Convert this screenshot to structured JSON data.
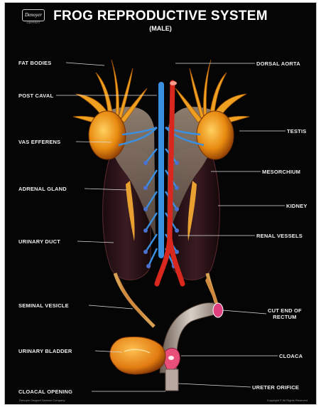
{
  "header": {
    "title": "FROG REPRODUCTIVE SYSTEM",
    "subtitle": "(MALE)",
    "logo_text": "Denoyer",
    "logo_sub": "GEPPERT"
  },
  "labels_left": [
    {
      "key": "fat_bodies",
      "text": "FAT BODIES"
    },
    {
      "key": "post_caval",
      "text": "POST CAVAL"
    },
    {
      "key": "vas_efferens",
      "text": "VAS EFFERENS"
    },
    {
      "key": "adrenal_gland",
      "text": "ADRENAL GLAND"
    },
    {
      "key": "urinary_duct",
      "text": "URINARY DUCT"
    },
    {
      "key": "seminal_vesicle",
      "text": "SEMINAL VESICLE"
    },
    {
      "key": "urinary_bladder",
      "text": "URINARY BLADDER"
    },
    {
      "key": "cloacal_opening",
      "text": "CLOACAL OPENING"
    }
  ],
  "labels_right": [
    {
      "key": "dorsal_aorta",
      "text": "DORSAL AORTA"
    },
    {
      "key": "testis",
      "text": "TESTIS"
    },
    {
      "key": "mesorchium",
      "text": "MESORCHIUM"
    },
    {
      "key": "kidney",
      "text": "KIDNEY"
    },
    {
      "key": "renal_vessels",
      "text": "RENAL VESSELS"
    },
    {
      "key": "cut_end_of_rectum",
      "text": "CUT END OF\nRECTUM"
    },
    {
      "key": "cloaca",
      "text": "CLOACA"
    },
    {
      "key": "ureter_orifice",
      "text": "URETER ORIFICE"
    }
  ],
  "footer": {
    "left": "Denoyer-Geppert Science Company",
    "right": "Copyright © All Rights Reserved"
  },
  "colors": {
    "background": "#050505",
    "vein": "#3a8fe0",
    "artery": "#d8281e",
    "fat_body": "#f0a020",
    "kidney": "#2a1418",
    "testis": "#e8901a"
  }
}
